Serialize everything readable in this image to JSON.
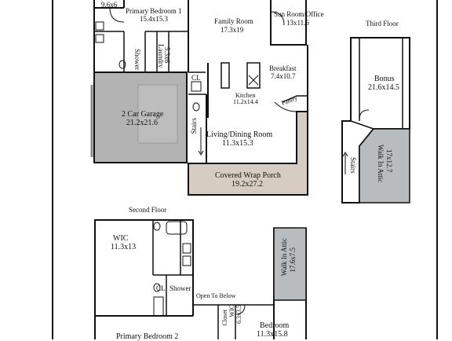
{
  "first_floor": {
    "wic_top_dim": "9.6x6",
    "primary_bedroom_1": {
      "name": "Primary Bedroom 1",
      "dim": "15.4x15.3"
    },
    "family_room": {
      "name": "Family Room",
      "dim": "17.3x19"
    },
    "sun_room": {
      "name": "Sun Room/Office",
      "dim": "13x11.6"
    },
    "shower": "Shower",
    "laundry": {
      "name": "Laundry",
      "dim": "5.3x6"
    },
    "closet_cl": "CL",
    "breakfast": {
      "name": "Breakfast",
      "dim": "7.4x10.7"
    },
    "kitchen": {
      "name": "Kitchen",
      "dim": "11.2x14.4"
    },
    "pantry": "Pantry",
    "garage": {
      "name": "2 Car Garage",
      "dim": "21.2x21.6"
    },
    "stairs": "Stairs",
    "living_dining": {
      "name": "Living/Dining Room",
      "dim": "11.3x15.3"
    },
    "porch": {
      "name": "Covered Wrap Porch",
      "dim": "19.2x27.2"
    }
  },
  "third_floor": {
    "title": "Third Floor",
    "bonus": {
      "name": "Bonus",
      "dim": "21.6x14.5"
    },
    "walk_in_attic": {
      "name": "Walk In Attic",
      "dim": "17x12.7"
    },
    "stairs": "Stairs"
  },
  "second_floor": {
    "title": "Second Floor",
    "wic": {
      "name": "WIC",
      "dim": "11.3x13"
    },
    "walk_in_attic": {
      "name": "Walk In Attic",
      "dim": "17.6x7.5"
    },
    "closet_cl": "CL",
    "shower": "Shower",
    "open_to_below": "Open To Below",
    "closet": "Closet",
    "wic_small": {
      "name": "WIC",
      "dim": "6.3x3.5"
    },
    "bedroom": {
      "name": "Bedroom",
      "dim": "11.3x15.8"
    },
    "primary_bedroom_2": "Primary Bedroom 2"
  },
  "colors": {
    "garage": "#b3b3b3",
    "porch": "#d6ccc1",
    "attic": "#b8bcbf",
    "walls": "#111111"
  }
}
